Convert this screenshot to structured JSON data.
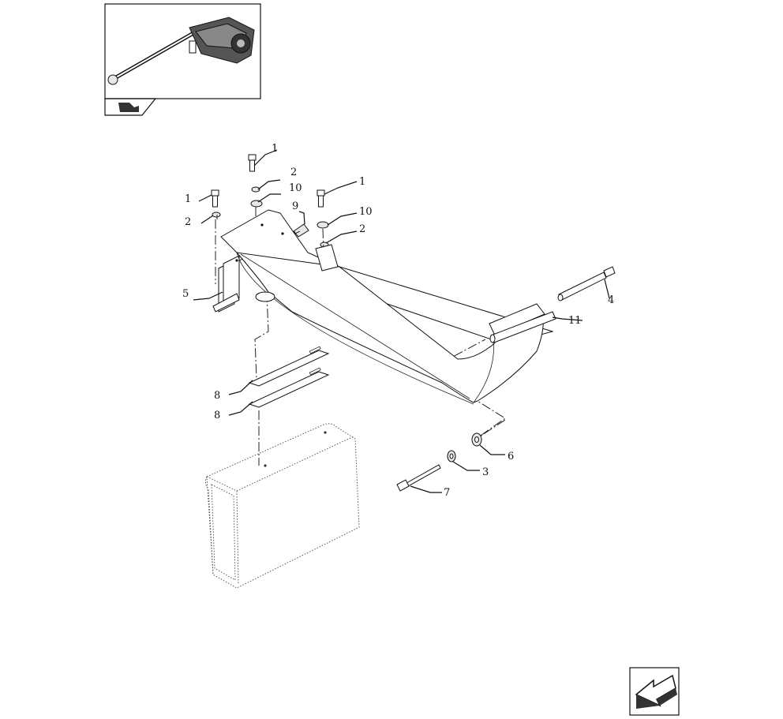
{
  "labels": [
    {
      "id": "p1a",
      "text": "1"
    },
    {
      "id": "p1b",
      "text": "1"
    },
    {
      "id": "p1c",
      "text": "1"
    },
    {
      "id": "p2a",
      "text": "2"
    },
    {
      "id": "p2b",
      "text": "2"
    },
    {
      "id": "p2c",
      "text": "2"
    },
    {
      "id": "p10a",
      "text": "10"
    },
    {
      "id": "p10b",
      "text": "10"
    },
    {
      "id": "p9",
      "text": "9"
    },
    {
      "id": "p5",
      "text": "5"
    },
    {
      "id": "p4",
      "text": "4"
    },
    {
      "id": "p11",
      "text": "11"
    },
    {
      "id": "p8a",
      "text": "8"
    },
    {
      "id": "p8b",
      "text": "8"
    },
    {
      "id": "p6",
      "text": "6"
    },
    {
      "id": "p3",
      "text": "3"
    },
    {
      "id": "p7",
      "text": "7"
    }
  ],
  "icons": {
    "thumbnail": "assembly-thumbnail-icon",
    "index_tab": "book-index-icon",
    "next_page": "next-page-arrow-icon"
  }
}
